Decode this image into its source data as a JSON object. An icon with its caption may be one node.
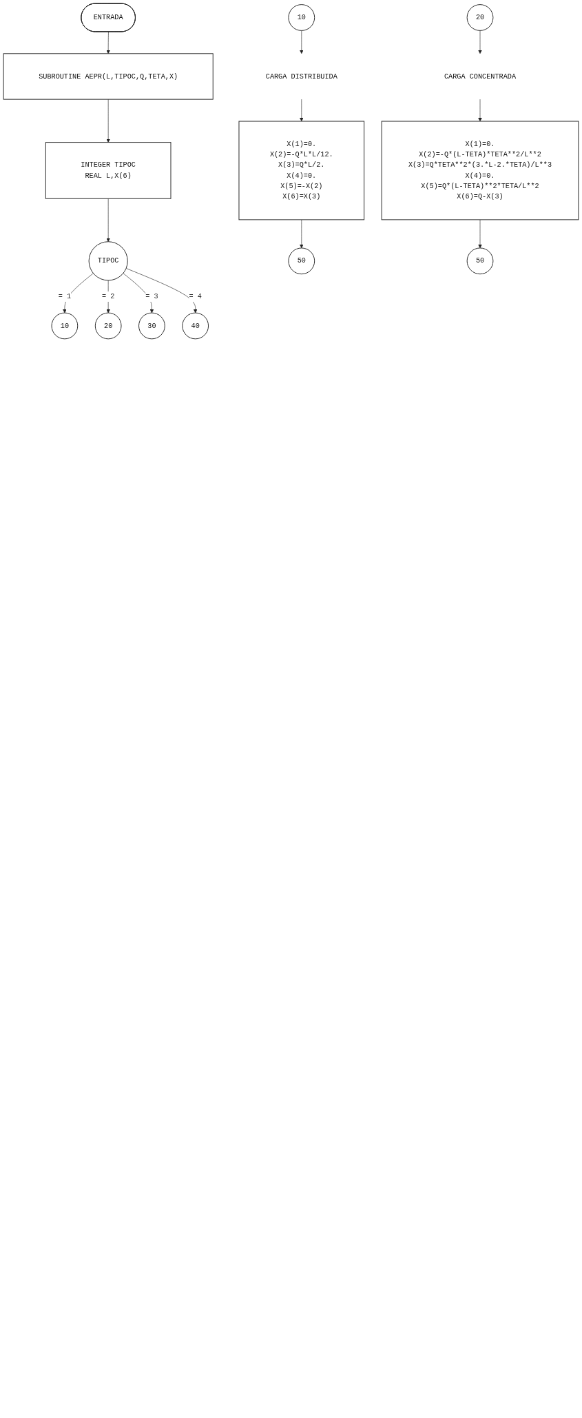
{
  "diagram": {
    "nodes": [
      {
        "text": [
          "ENTRADA"
        ]
      },
      {
        "text": [
          "SUBROUTINE AEPR(L,TIPOC,Q,TETA,X)"
        ]
      },
      {
        "text": [
          "INTEGER TIPOC",
          "REAL L,X(6)"
        ]
      },
      {
        "text": [
          "TIPOC"
        ]
      },
      {
        "text": [
          "10"
        ]
      },
      {
        "text": [
          "20"
        ]
      },
      {
        "text": [
          "30"
        ]
      },
      {
        "text": [
          "40"
        ]
      },
      {
        "text": [
          "10"
        ]
      },
      {
        "text": [
          "CARGA DISTRIBUIDA"
        ]
      },
      {
        "text": [
          "X(1)=0.",
          "X(2)=-Q*L*L/12.",
          "X(3)=Q*L/2.",
          "X(4)=0.",
          "X(5)=-X(2)",
          "X(6)=X(3)"
        ]
      },
      {
        "text": [
          "50"
        ]
      },
      {
        "text": [
          "20"
        ]
      },
      {
        "text": [
          "CARGA CONCENTRADA"
        ]
      },
      {
        "text": [
          "X(1)=0.",
          "X(2)=-Q*(L-TETA)*TETA**2/L**2",
          "X(3)=Q*TETA**2*(3.*L-2.*TETA)/L**3",
          "X(4)=0.",
          "X(5)=Q*(L-TETA)**2*TETA/L**2",
          "X(6)=Q-X(3)"
        ]
      },
      {
        "text": [
          "50"
        ]
      }
    ],
    "edges": [
      {
        "from": 0,
        "to": 1,
        "arrow": "to"
      },
      {
        "from": 1,
        "to": 2,
        "arrow": "to"
      },
      {
        "from": 2,
        "to": 3,
        "arrow": "to"
      },
      {
        "from": 3,
        "to": 4,
        "arrow": "to",
        "label": "= 1"
      },
      {
        "from": 3,
        "to": 5,
        "arrow": "to",
        "label": "= 2"
      },
      {
        "from": 3,
        "to": 6,
        "arrow": "to",
        "label": "= 3"
      },
      {
        "from": 3,
        "to": 7,
        "arrow": "to",
        "label": "= 4"
      },
      {
        "from": 8,
        "to": 9,
        "arrow": "to"
      },
      {
        "from": 9,
        "to": 10,
        "arrow": "to"
      },
      {
        "from": 10,
        "to": 11,
        "arrow": "to"
      },
      {
        "from": 12,
        "to": 13,
        "arrow": "to"
      },
      {
        "from": 13,
        "to": 14,
        "arrow": "to"
      },
      {
        "from": 14,
        "to": 15,
        "arrow": "to"
      }
    ]
  }
}
